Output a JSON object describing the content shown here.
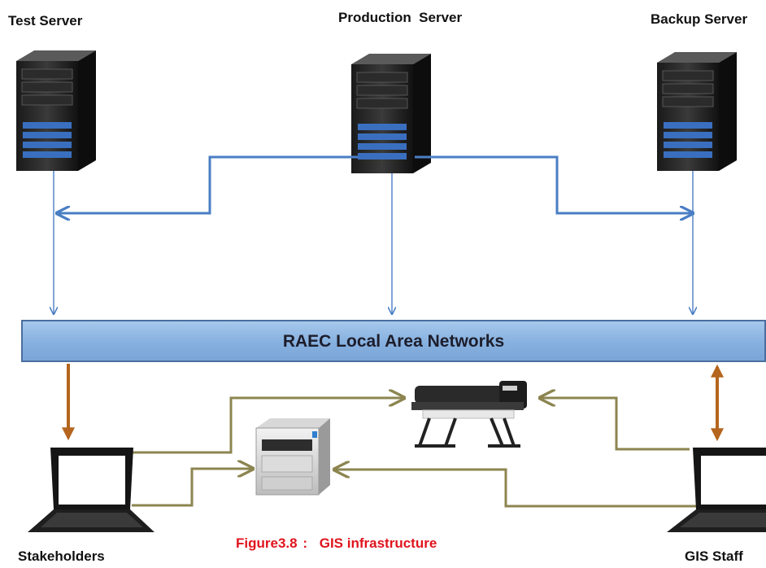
{
  "servers": {
    "test_label": "Test Server",
    "production_label": "Production  Server",
    "backup_label": "Backup Server"
  },
  "network": {
    "label": "RAEC Local Area Networks"
  },
  "clients": {
    "stakeholders_label": "Stakeholders",
    "gis_staff_label": "GIS Staff"
  },
  "caption": {
    "figure": "Figure3.8",
    "separator": ":",
    "title": "GIS infrastructure"
  },
  "colors": {
    "server_link": "#4a7ec4",
    "lan_fill": "#8db4e2",
    "client_link": "#b5651d",
    "printer_link": "#8c8550",
    "caption": "#e0141d"
  }
}
